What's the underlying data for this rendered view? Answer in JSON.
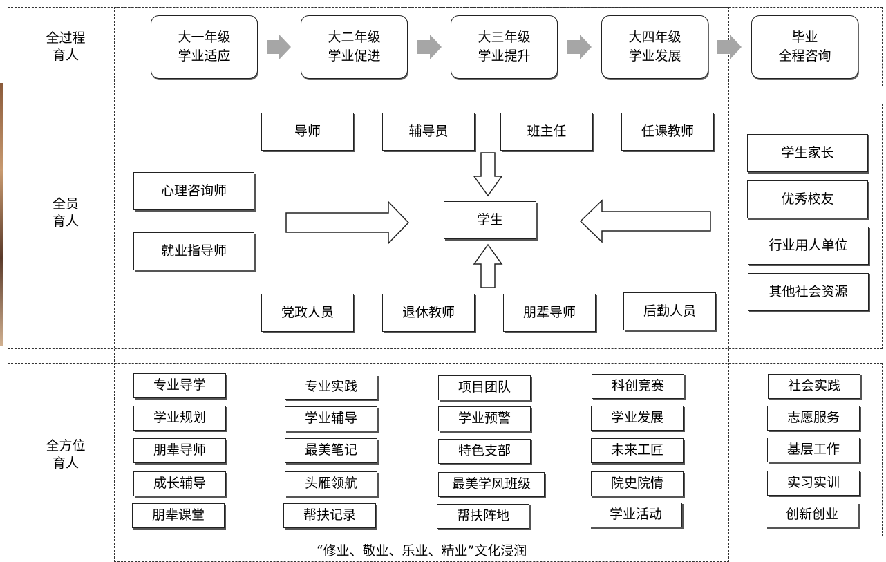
{
  "rows": {
    "process": {
      "label_line1": "全过程",
      "label_line2": "育人"
    },
    "staff": {
      "label_line1": "全员",
      "label_line2": "育人"
    },
    "scope": {
      "label_line1": "全方位",
      "label_line2": "育人"
    }
  },
  "stages": [
    {
      "line1": "大一年级",
      "line2": "学业适应"
    },
    {
      "line1": "大二年级",
      "line2": "学业促进"
    },
    {
      "line1": "大三年级",
      "line2": "学业提升"
    },
    {
      "line1": "大四年级",
      "line2": "学业发展"
    },
    {
      "line1": "毕业",
      "line2": "全程咨询"
    }
  ],
  "staff": {
    "top": [
      "导师",
      "辅导员",
      "班主任",
      "任课教师"
    ],
    "left": [
      "心理咨询师",
      "就业指导师"
    ],
    "bottom": [
      "党政人员",
      "退休教师",
      "朋辈导师",
      "后勤人员"
    ],
    "center": "学生",
    "external": [
      "学生家长",
      "优秀校友",
      "行业用人单位",
      "其他社会资源"
    ]
  },
  "scope": {
    "columns": [
      [
        "专业导学",
        "学业规划",
        "朋辈导师",
        "成长辅导",
        "朋辈课堂"
      ],
      [
        "专业实践",
        "学业辅导",
        "最美笔记",
        "头雁领航",
        "帮扶记录"
      ],
      [
        "项目团队",
        "学业预警",
        "特色支部",
        "最美学风班级",
        "帮扶阵地"
      ],
      [
        "科创竞赛",
        "学业发展",
        "未来工匠",
        "院史院情",
        "学业活动"
      ],
      [
        "社会实践",
        "志愿服务",
        "基层工作",
        "实习实训",
        "创新创业"
      ]
    ]
  },
  "footer": "“修业、敬业、乐业、精业”文化浸润",
  "colors": {
    "arrow_fill": "#a6a6a6",
    "border": "#222222"
  }
}
